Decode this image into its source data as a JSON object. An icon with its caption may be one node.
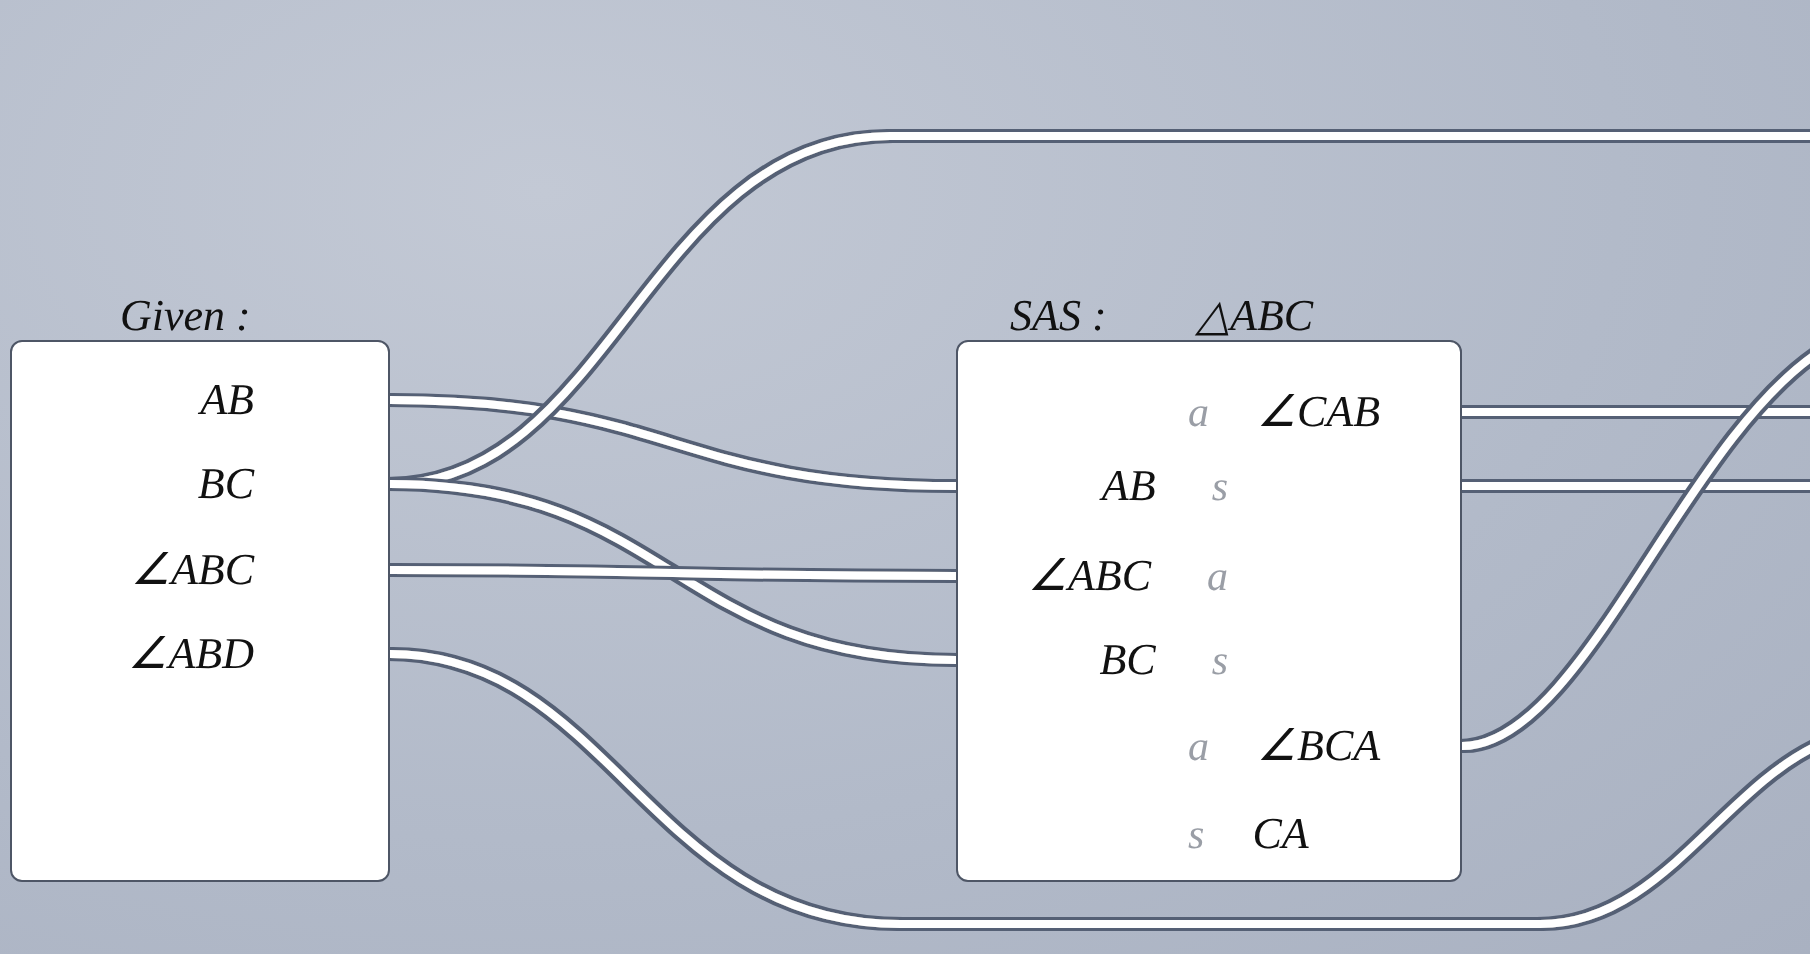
{
  "diagram": {
    "nodes": [
      {
        "text": [
          "Given :"
        ]
      },
      {
        "text": [
          "AB"
        ],
        "in": 0
      },
      {
        "text": [
          "BC"
        ],
        "in": 0
      },
      {
        "text": [
          "∠ABC"
        ],
        "in": 0
      },
      {
        "text": [
          "∠ABD"
        ],
        "in": 0
      },
      {
        "text": [
          "SAS :",
          "△ABC"
        ]
      },
      {
        "text": [
          "a",
          "∠CAB"
        ],
        "in": 5
      },
      {
        "text": [
          "AB",
          "s"
        ],
        "in": 5
      },
      {
        "text": [
          "∠ABC",
          "a"
        ],
        "in": 5
      },
      {
        "text": [
          "BC",
          "s"
        ],
        "in": 5
      },
      {
        "text": [
          "a",
          "∠BCA"
        ],
        "in": 5
      },
      {
        "text": [
          "s",
          "CA"
        ],
        "in": 5
      }
    ],
    "edges": [
      {
        "from": 1,
        "to": 7,
        "arrow": "none"
      },
      {
        "from": 2,
        "to": null,
        "arrow": "none"
      },
      {
        "from": 2,
        "to": 9,
        "arrow": "none"
      },
      {
        "from": 3,
        "to": 8,
        "arrow": "none"
      },
      {
        "from": 4,
        "to": null,
        "arrow": "none"
      },
      {
        "from": 6,
        "to": null,
        "arrow": "none"
      },
      {
        "from": 7,
        "to": null,
        "arrow": "none"
      },
      {
        "from": 10,
        "to": null,
        "arrow": "none"
      }
    ]
  }
}
